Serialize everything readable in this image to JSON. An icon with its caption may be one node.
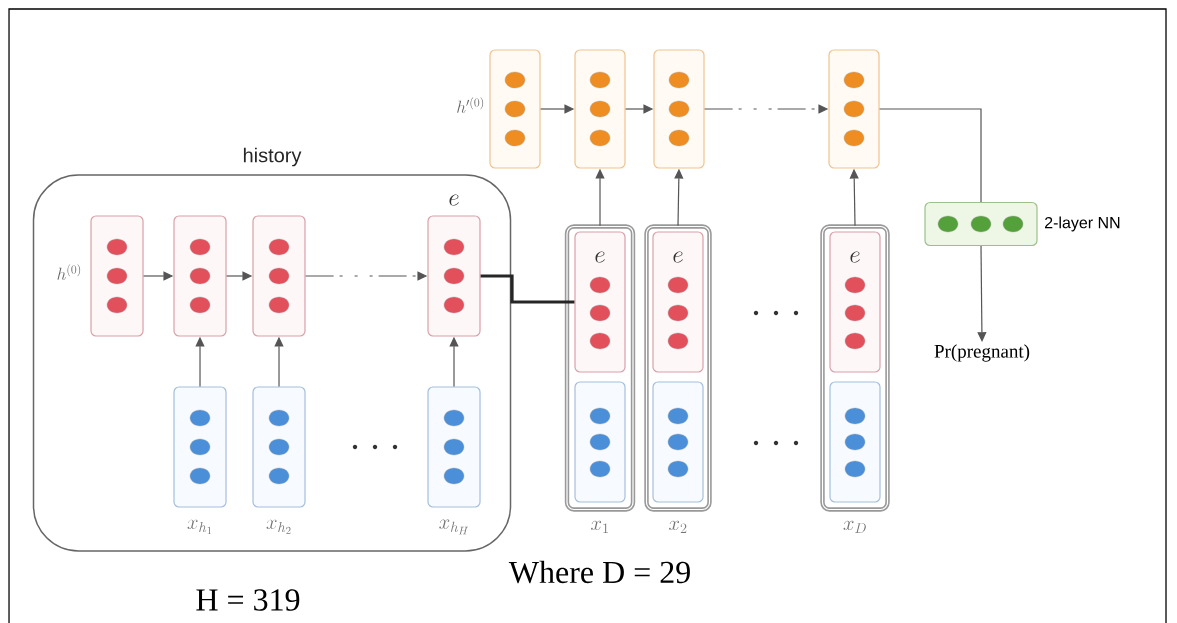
{
  "diagram": {
    "nodes": [
      {
        "text": [
          "history"
        ]
      },
      {
        "text": [],
        "shape": "box",
        "beside": [
          "h^{(0)}"
        ],
        "in": 0
      },
      {
        "text": [],
        "shape": "box",
        "in": 0
      },
      {
        "text": [],
        "shape": "box",
        "in": 0
      },
      {
        "text": [
          "e"
        ],
        "in": 0
      },
      {
        "text": [],
        "shape": "box",
        "beside": [
          "x_{h_1}"
        ],
        "in": 0
      },
      {
        "text": [],
        "shape": "box",
        "beside": [
          "x_{h_2}"
        ],
        "in": 0
      },
      {
        "text": [],
        "shape": "box",
        "beside": [
          "x_{h_H}"
        ],
        "in": 0
      },
      {
        "text": [],
        "shape": "box",
        "beside": [
          "x_1"
        ]
      },
      {
        "text": [
          "e"
        ],
        "in": 8
      },
      {
        "text": [],
        "shape": "box",
        "in": 8
      },
      {
        "text": [],
        "shape": "box",
        "beside": [
          "x_2"
        ]
      },
      {
        "text": [
          "e"
        ],
        "in": 11
      },
      {
        "text": [],
        "shape": "box",
        "in": 11
      },
      {
        "text": [],
        "shape": "box",
        "beside": [
          "x_D"
        ]
      },
      {
        "text": [
          "e"
        ],
        "in": 14
      },
      {
        "text": [],
        "shape": "box",
        "in": 14
      },
      {
        "text": [],
        "shape": "box",
        "beside": [
          "h'^{(0)}"
        ]
      },
      {
        "text": [],
        "shape": "box"
      },
      {
        "text": [],
        "shape": "box"
      },
      {
        "text": [],
        "shape": "box"
      },
      {
        "text": [],
        "shape": "box",
        "beside": [
          "2-layer NN"
        ]
      },
      {
        "text": [
          "Pr(pregnant)"
        ]
      }
    ],
    "edges": [
      {
        "from": 1,
        "to": 2,
        "arrow": "to"
      },
      {
        "from": 2,
        "to": 3,
        "arrow": "to"
      },
      {
        "from": 3,
        "to": 4,
        "arrow": "to",
        "style": "dashed"
      },
      {
        "from": 5,
        "to": 2,
        "arrow": "to"
      },
      {
        "from": 6,
        "to": 3,
        "arrow": "to"
      },
      {
        "from": 7,
        "to": 4,
        "arrow": "to"
      },
      {
        "from": 4,
        "to": 9,
        "arrow": "none",
        "style": "thick"
      },
      {
        "from": 17,
        "to": 18,
        "arrow": "to"
      },
      {
        "from": 18,
        "to": 19,
        "arrow": "to"
      },
      {
        "from": 19,
        "to": 20,
        "arrow": "to",
        "style": "dashed"
      },
      {
        "from": 8,
        "to": 18,
        "arrow": "to"
      },
      {
        "from": 11,
        "to": 19,
        "arrow": "to"
      },
      {
        "from": 14,
        "to": 20,
        "arrow": "to"
      },
      {
        "from": 20,
        "to": 21,
        "arrow": "none"
      },
      {
        "from": 21,
        "to": 22,
        "arrow": "to"
      }
    ],
    "labels": [
      "H = 319",
      "Where D = 29"
    ]
  }
}
